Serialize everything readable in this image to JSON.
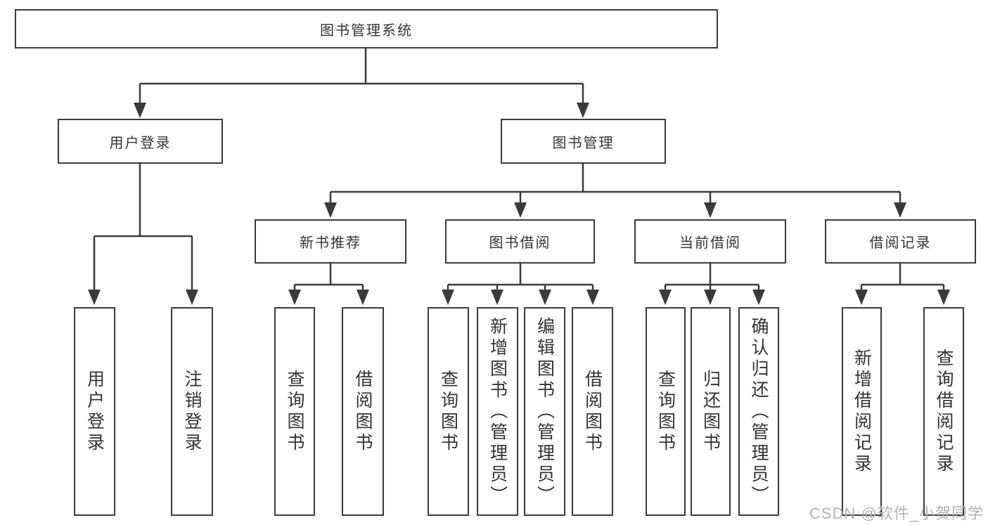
{
  "tree": {
    "label": "图书管理系统",
    "children": [
      {
        "label": "用户登录",
        "children": [
          {
            "label": "用户登录"
          },
          {
            "label": "注销登录"
          }
        ]
      },
      {
        "label": "图书管理",
        "children": [
          {
            "label": "新书推荐",
            "children": [
              {
                "label": "查询图书"
              },
              {
                "label": "借阅图书"
              }
            ]
          },
          {
            "label": "图书借阅",
            "children": [
              {
                "label": "查询图书"
              },
              {
                "label": "新增图书（管理员）"
              },
              {
                "label": "编辑图书（管理员）"
              },
              {
                "label": "借阅图书"
              }
            ]
          },
          {
            "label": "当前借阅",
            "children": [
              {
                "label": "查询图书"
              },
              {
                "label": "归还图书"
              },
              {
                "label": "确认归还（管理员）"
              }
            ]
          },
          {
            "label": "借阅记录",
            "children": [
              {
                "label": "新增借阅记录"
              },
              {
                "label": "查询借阅记录"
              }
            ]
          }
        ]
      }
    ]
  },
  "watermark": {
    "text": "CSDN @软件_小贺同学"
  },
  "colors": {
    "line": "#3a3a3c",
    "node_border": "#3a3a3c",
    "node_text": "#333336",
    "node_background": "#ffffff",
    "page_background": "#ffffff",
    "watermark_text": "#b2b1b5"
  }
}
